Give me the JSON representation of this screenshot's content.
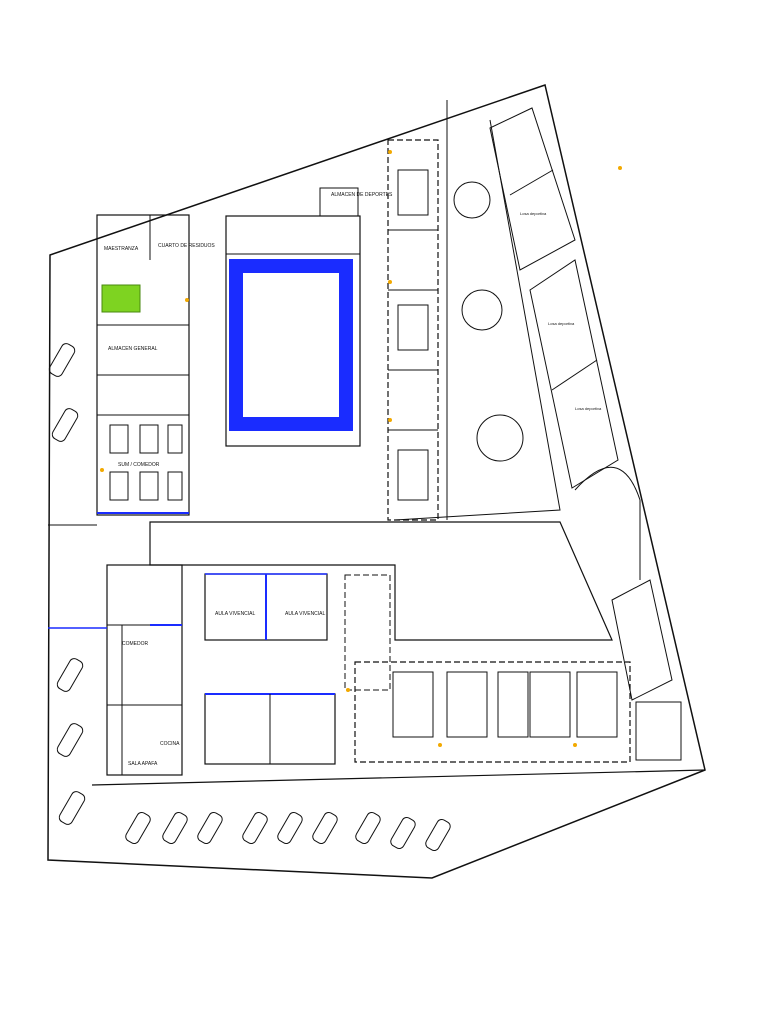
{
  "labels": {
    "almacen_deportes": "ALMACEN DE DEPORTES",
    "cuarto_residuos": "CUARTO DE RESIDUOS",
    "maestranza": "MAESTRANZA",
    "almacen_general": "ALMACEN GENERAL",
    "sum_comedor": "SUM / COMEDOR",
    "aula_vivencial_1": "AULA VIVENCIAL",
    "aula_vivencial_2": "AULA VIVENCIAL",
    "sala_apafa": "SALA APAFA",
    "comedor": "COMEDOR",
    "cocina": "COCINA",
    "campo_1": "Losa deportiva",
    "campo_2": "Losa deportiva",
    "campo_3": "Losa deportiva"
  },
  "colors": {
    "pool": "#1a2cff",
    "wall_accent": "#1a2cff",
    "door_marker": "#f2a900",
    "vehicle": "#7ed321",
    "line": "#111111"
  },
  "icons": {
    "car": "car-icon",
    "table": "table-icon",
    "tree": "tree-icon"
  }
}
